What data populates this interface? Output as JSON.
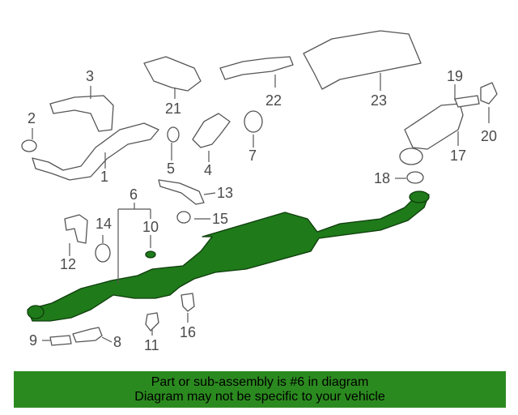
{
  "diagram": {
    "callouts": [
      "1",
      "2",
      "3",
      "4",
      "5",
      "6",
      "7",
      "8",
      "9",
      "10",
      "11",
      "12",
      "13",
      "14",
      "15",
      "16",
      "17",
      "18",
      "19",
      "20",
      "21",
      "22",
      "23"
    ],
    "highlighted_part": "6"
  },
  "banner": {
    "line1": "Part or sub-assembly is #6 in diagram",
    "line2": "Diagram may not be specific to your vehicle"
  },
  "colors": {
    "highlight": "#1f7a1a",
    "banner": "#2b8a1f"
  }
}
